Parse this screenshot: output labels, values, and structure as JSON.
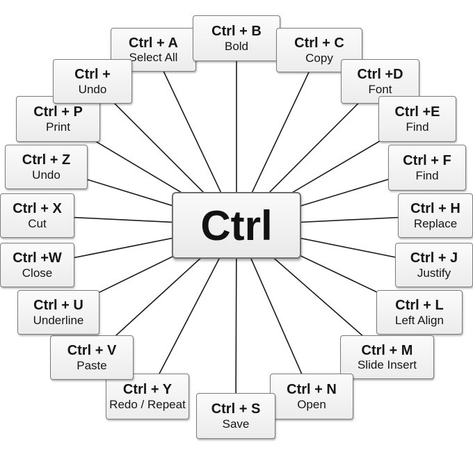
{
  "center": {
    "label": "Ctrl"
  },
  "shortcuts": [
    {
      "combo": "Ctrl + A",
      "action": "Select All"
    },
    {
      "combo": "Ctrl + B",
      "action": "Bold"
    },
    {
      "combo": "Ctrl + C",
      "action": "Copy"
    },
    {
      "combo": "Ctrl +D",
      "action": "Font"
    },
    {
      "combo": "Ctrl +E",
      "action": "Find"
    },
    {
      "combo": "Ctrl + F",
      "action": "Find"
    },
    {
      "combo": "Ctrl + H",
      "action": "Replace"
    },
    {
      "combo": "Ctrl + J",
      "action": "Justify"
    },
    {
      "combo": "Ctrl + L",
      "action": "Left Align"
    },
    {
      "combo": "Ctrl + M",
      "action": "Slide Insert"
    },
    {
      "combo": "Ctrl + N",
      "action": "Open"
    },
    {
      "combo": "Ctrl + S",
      "action": "Save"
    },
    {
      "combo": "Ctrl + Y",
      "action": "Redo / Repeat"
    },
    {
      "combo": "Ctrl + V",
      "action": "Paste"
    },
    {
      "combo": "Ctrl + U",
      "action": "Underline"
    },
    {
      "combo": "Ctrl +W",
      "action": "Close"
    },
    {
      "combo": "Ctrl + X",
      "action": "Cut"
    },
    {
      "combo": "Ctrl + Z",
      "action": "Undo"
    },
    {
      "combo": "Ctrl + P",
      "action": "Print"
    },
    {
      "combo": "Ctrl +",
      "action": "Undo"
    }
  ]
}
